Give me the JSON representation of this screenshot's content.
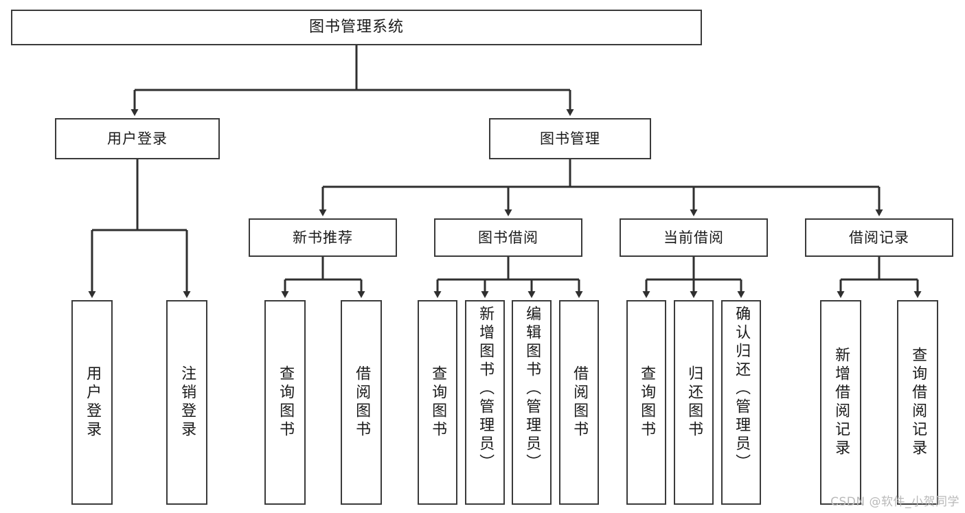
{
  "diagram": {
    "title": "图书管理系统",
    "type": "function-structure-tree",
    "levels": 4,
    "root": {
      "label": "图书管理系统"
    },
    "level2": [
      {
        "label": "用户登录"
      },
      {
        "label": "图书管理"
      }
    ],
    "level3": [
      {
        "label": "新书推荐",
        "parent": "图书管理"
      },
      {
        "label": "图书借阅",
        "parent": "图书管理"
      },
      {
        "label": "当前借阅",
        "parent": "图书管理"
      },
      {
        "label": "借阅记录",
        "parent": "图书管理"
      }
    ],
    "leaves": [
      {
        "label": "用户登录",
        "parent": "用户登录"
      },
      {
        "label": "注销登录",
        "parent": "用户登录"
      },
      {
        "label": "查询图书",
        "parent": "新书推荐"
      },
      {
        "label": "借阅图书",
        "parent": "新书推荐"
      },
      {
        "label": "查询图书",
        "parent": "图书借阅"
      },
      {
        "label": "新增图书（管理员）",
        "parent": "图书借阅"
      },
      {
        "label": "编辑图书（管理员）",
        "parent": "图书借阅"
      },
      {
        "label": "借阅图书",
        "parent": "图书借阅"
      },
      {
        "label": "查询图书",
        "parent": "当前借阅"
      },
      {
        "label": "归还图书",
        "parent": "当前借阅"
      },
      {
        "label": "确认归还（管理员）",
        "parent": "当前借阅"
      },
      {
        "label": "新增借阅记录",
        "parent": "借阅记录"
      },
      {
        "label": "查询借阅记录",
        "parent": "借阅记录"
      }
    ]
  },
  "watermark": {
    "text": "CSDN @软件_小贺同学"
  },
  "colors": {
    "background": "#ffffff",
    "box_border": "#3a3a3a",
    "box_fill": "#ffffff",
    "connector": "#2f2f2f",
    "text": "#1a1a1a",
    "watermark": "#b9b9b9"
  }
}
